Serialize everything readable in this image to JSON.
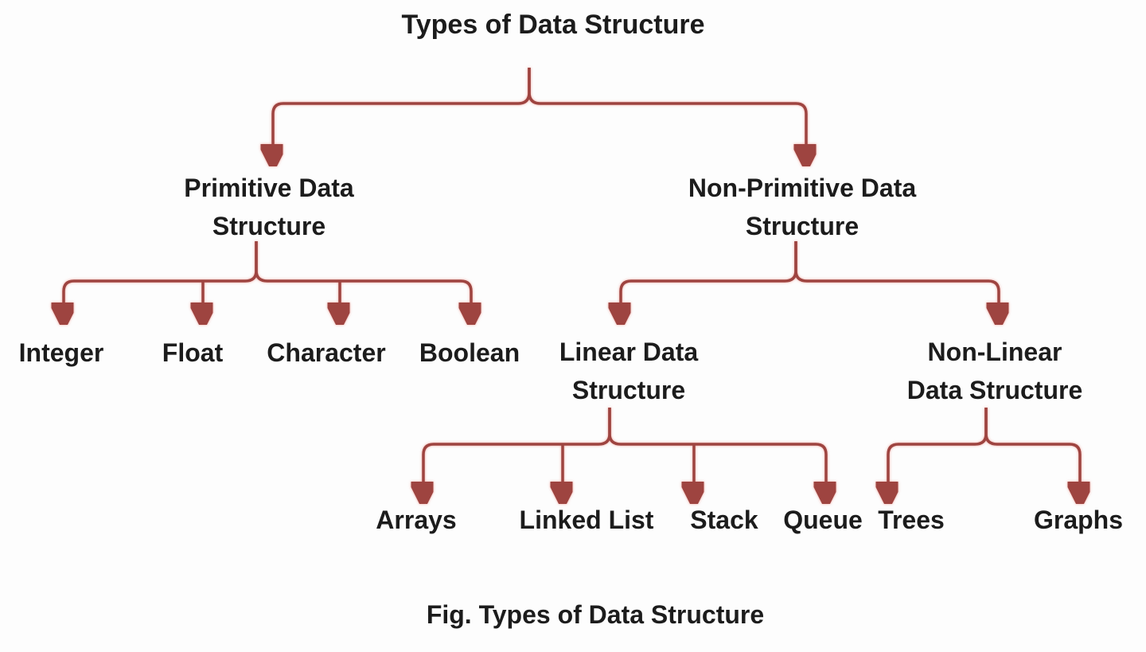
{
  "diagram": {
    "title": "Types of Data Structure",
    "caption": "Fig. Types of Data Structure",
    "type": "tree-hierarchy"
  },
  "nodes": {
    "root": "Types of Data Structure",
    "primitive": {
      "line1": "Primitive Data",
      "line2": "Structure"
    },
    "non_primitive": {
      "line1": "Non-Primitive Data",
      "line2": "Structure"
    },
    "integer": "Integer",
    "float": "Float",
    "character": "Character",
    "boolean": "Boolean",
    "linear": {
      "line1": "Linear Data",
      "line2": "Structure"
    },
    "non_linear": {
      "line1": "Non-Linear",
      "line2": "Data Structure"
    },
    "arrays": "Arrays",
    "linked_list": "Linked List",
    "stack": "Stack",
    "queue": "Queue",
    "trees": "Trees",
    "graphs": "Graphs"
  },
  "edges": [
    {
      "parent": "Types of Data Structure",
      "children": [
        "Primitive Data Structure",
        "Non-Primitive Data Structure"
      ]
    },
    {
      "parent": "Primitive Data Structure",
      "children": [
        "Integer",
        "Float",
        "Character",
        "Boolean"
      ]
    },
    {
      "parent": "Non-Primitive Data Structure",
      "children": [
        "Linear Data Structure",
        "Non-Linear Data Structure"
      ]
    },
    {
      "parent": "Linear Data Structure",
      "children": [
        "Arrays",
        "Linked List",
        "Stack",
        "Queue"
      ]
    },
    {
      "parent": "Non-Linear Data Structure",
      "children": [
        "Trees",
        "Graphs"
      ]
    }
  ],
  "colors": {
    "line": "#9e4440",
    "arrowhead": "#c32a22",
    "text": "#1c1c1c",
    "background": "#fdfdfd"
  }
}
